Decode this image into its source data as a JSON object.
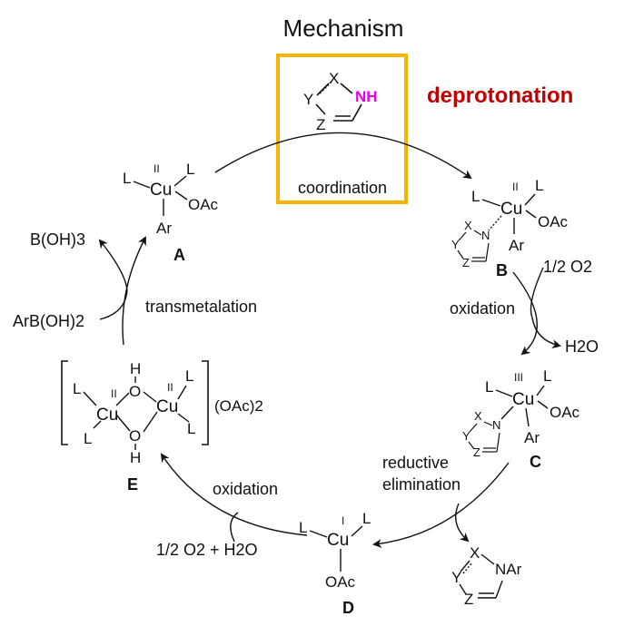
{
  "title": "Mechanism",
  "callout": "deprotonation",
  "colors": {
    "highlight_box": "#f5b400",
    "nh": "#e600e6",
    "callout": "#c00000",
    "ink": "#111111"
  },
  "substrate": {
    "x": "X",
    "y": "Y",
    "z": "Z",
    "nh": "NH"
  },
  "steps": {
    "coordination": "coordination",
    "oxidation_1": "oxidation",
    "reductive_elimination_1": "reductive",
    "reductive_elimination_2": "elimination",
    "oxidation_2": "oxidation",
    "transmetalation": "transmetalation"
  },
  "species": {
    "A": {
      "label": "A",
      "metal": "Cu",
      "ox": "II",
      "l1": "L",
      "l2": "L",
      "oac": "OAc",
      "ar": "Ar"
    },
    "B": {
      "label": "B",
      "metal": "Cu",
      "ox": "II",
      "l1": "L",
      "l2": "L",
      "oac": "OAc",
      "ar": "Ar",
      "x": "X",
      "y": "Y",
      "z": "Z",
      "n": "N"
    },
    "C": {
      "label": "C",
      "metal": "Cu",
      "ox": "III",
      "l1": "L",
      "l2": "L",
      "oac": "OAc",
      "ar": "Ar",
      "x": "X",
      "y": "Y",
      "z": "Z",
      "n": "N"
    },
    "D": {
      "label": "D",
      "metal": "Cu",
      "ox": "I",
      "l1": "L",
      "l2": "L",
      "oac": "OAc"
    },
    "E": {
      "label": "E",
      "metal": "Cu",
      "ox": "II",
      "l": "L",
      "o": "O",
      "h": "H",
      "counterion": "(OAc)2"
    }
  },
  "reagents": {
    "o2_half": "1/2 O2",
    "h2o": "H2O",
    "o2_h2o": "1/2 O2 + H2O",
    "boh3": "B(OH)3",
    "arboh2": "ArB(OH)2"
  },
  "product": {
    "x": "X",
    "y": "Y",
    "z": "Z",
    "nar": "NAr"
  }
}
